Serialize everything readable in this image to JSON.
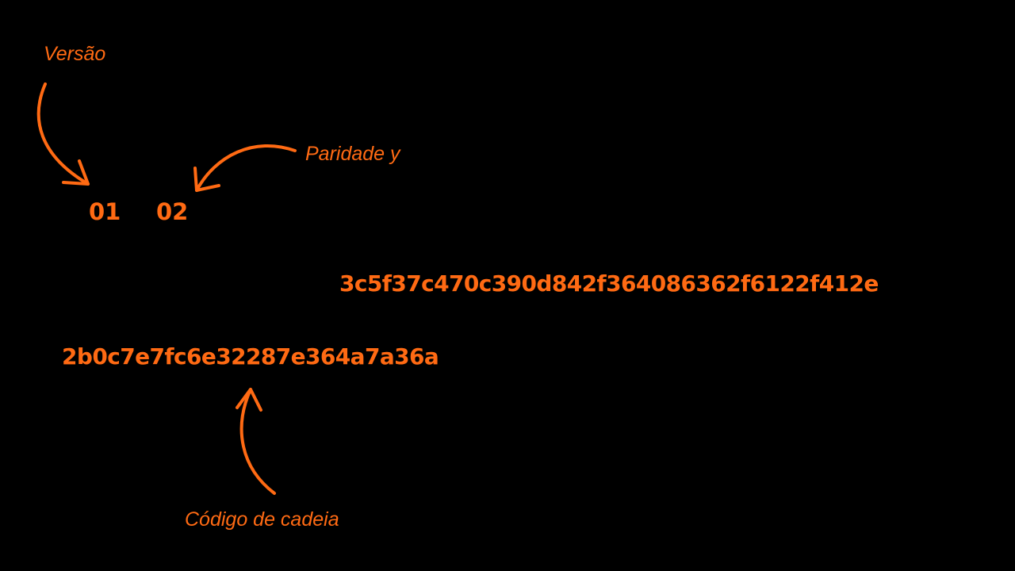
{
  "colors": {
    "background": "#000000",
    "accent": "#ff6a13"
  },
  "labels": {
    "version": "Versão",
    "y_parity": "Paridade y",
    "chain_code": "Código de cadeia"
  },
  "bytes": {
    "version": "01",
    "y_parity": "02"
  },
  "hex": {
    "key_line": "3c5f37c470c390d842f364086362f6122f412e",
    "chain_code_line": "2b0c7e7fc6e32287e364a7a36a"
  }
}
